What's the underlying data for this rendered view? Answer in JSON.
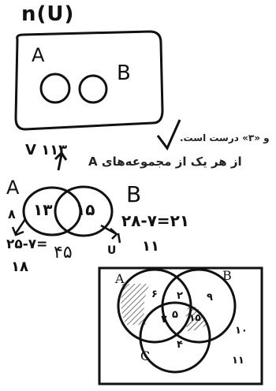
{
  "top_label": "n(U)",
  "top_set_a": "A",
  "top_set_b": "B",
  "printed_line1": "و «۳» درست است.",
  "printed_line2": "از هر یک از مجموعه‌های A",
  "v_marks": "V ۱۱۳",
  "sketch_a": "A",
  "sketch_b": "B",
  "sketch_only_a": "۱۳",
  "sketch_only_b": "۱۵",
  "sketch_left_outside": "۸",
  "equation_right": "۲۸-۷=۲۱",
  "result_right": "۱۱",
  "equation_left": "۲۵-۷=",
  "value_left": "۴۵",
  "result_left": "۱۸",
  "u_label": "U",
  "venn": {
    "label_a": "A",
    "label_b": "B",
    "label_c": "C",
    "only_a": "۶",
    "a_and_b": "۲",
    "only_b": "۹",
    "center": "۵",
    "b_and_c": "۱۵",
    "a_and_c": "۷",
    "only_c": "۴",
    "outside_1": "۱۰",
    "outside_2": "۱۱"
  }
}
